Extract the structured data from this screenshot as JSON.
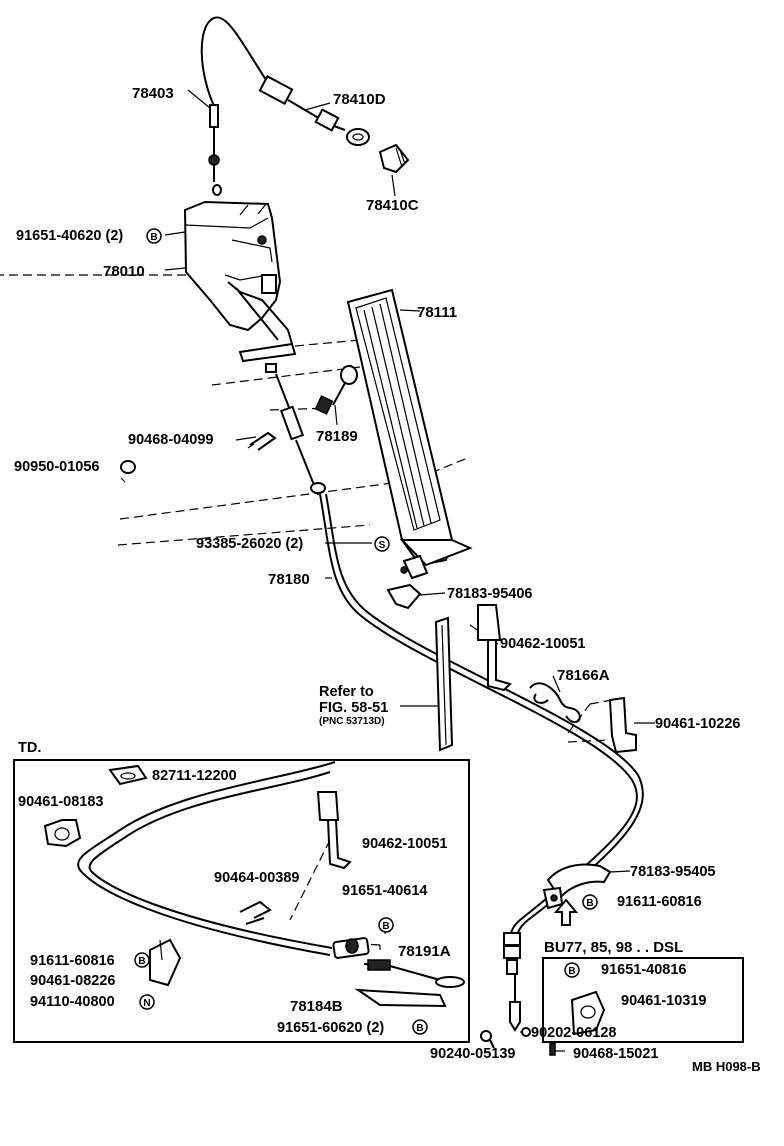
{
  "labels": {
    "p78403": "78403",
    "p78410D": "78410D",
    "p78410C": "78410C",
    "p91651_40620": "91651-40620 (2)",
    "p78010": "78010",
    "p78111": "78111",
    "p90468_04099": "90468-04099",
    "p78189": "78189",
    "p90950_01056": "90950-01056",
    "p93385_26020": "93385-26020 (2)",
    "p78180": "78180",
    "p78183_95406": "78183-95406",
    "p90462_10051_top": "90462-10051",
    "p78166A": "78166A",
    "p90461_10226": "90461-10226",
    "refer_line1": "Refer to",
    "refer_line2": "FIG. 58-51",
    "refer_line3": "(PNC 53713D)",
    "p78183_95405": "78183-95405",
    "p91611_60816_right": "91611-60816",
    "bu_models": "BU77, 85, 98 . . DSL",
    "p91651_40816": "91651-40816",
    "p90461_10319": "90461-10319",
    "p90202_06128": "90202-06128",
    "p90240_05139": "90240-05139",
    "p90468_15021": "90468-15021",
    "drawing_code": "MB H098-B"
  },
  "td_box": {
    "title": "TD.",
    "p82711_12200": "82711-12200",
    "p90461_08183": "90461-08183",
    "p90462_10051": "90462-10051",
    "p90464_00389": "90464-00389",
    "p91651_40614": "91651-40614",
    "p78191A": "78191A",
    "p91611_60816": "91611-60816",
    "p90461_08226": "90461-08226",
    "p94110_40800": "94110-40800",
    "p78184B": "78184B",
    "p91651_60620": "91651-60620 (2)"
  },
  "symbols": {
    "bolt": "B",
    "screw": "S",
    "nut": "N"
  }
}
